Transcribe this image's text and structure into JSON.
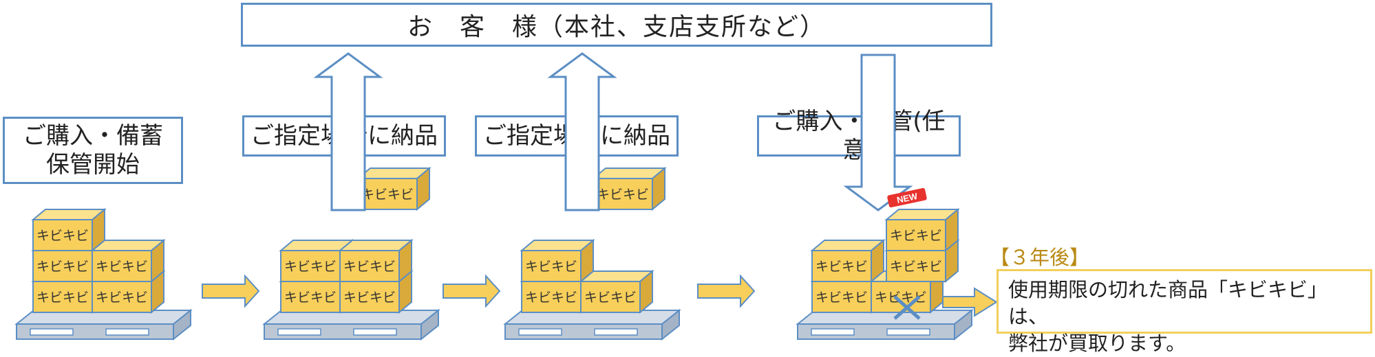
{
  "header": {
    "customer_label": "お　客　様（本社、支店支所など）"
  },
  "steps": {
    "start_label_line1": "ご購入・備蓄",
    "start_label_line2": "保管開始",
    "deliver_label": "ご指定場所に納品",
    "purchase_label": "ご購入・保管(任意)"
  },
  "product": {
    "name": "キビキビ",
    "new_badge": "NEW"
  },
  "note": {
    "heading": "【３年後】",
    "line1": "使用期限の切れた商品「キビキビ」は、",
    "line2": "弊社が買取ります。"
  },
  "colors": {
    "box_front": "#f7cf5a",
    "box_top": "#fbe28f",
    "box_side": "#d9a93a",
    "outline": "#5b8ec4",
    "pallet": "#bcc7d6",
    "flow_arrow": "#f7cf5a",
    "note_border": "#f2cf5b"
  }
}
